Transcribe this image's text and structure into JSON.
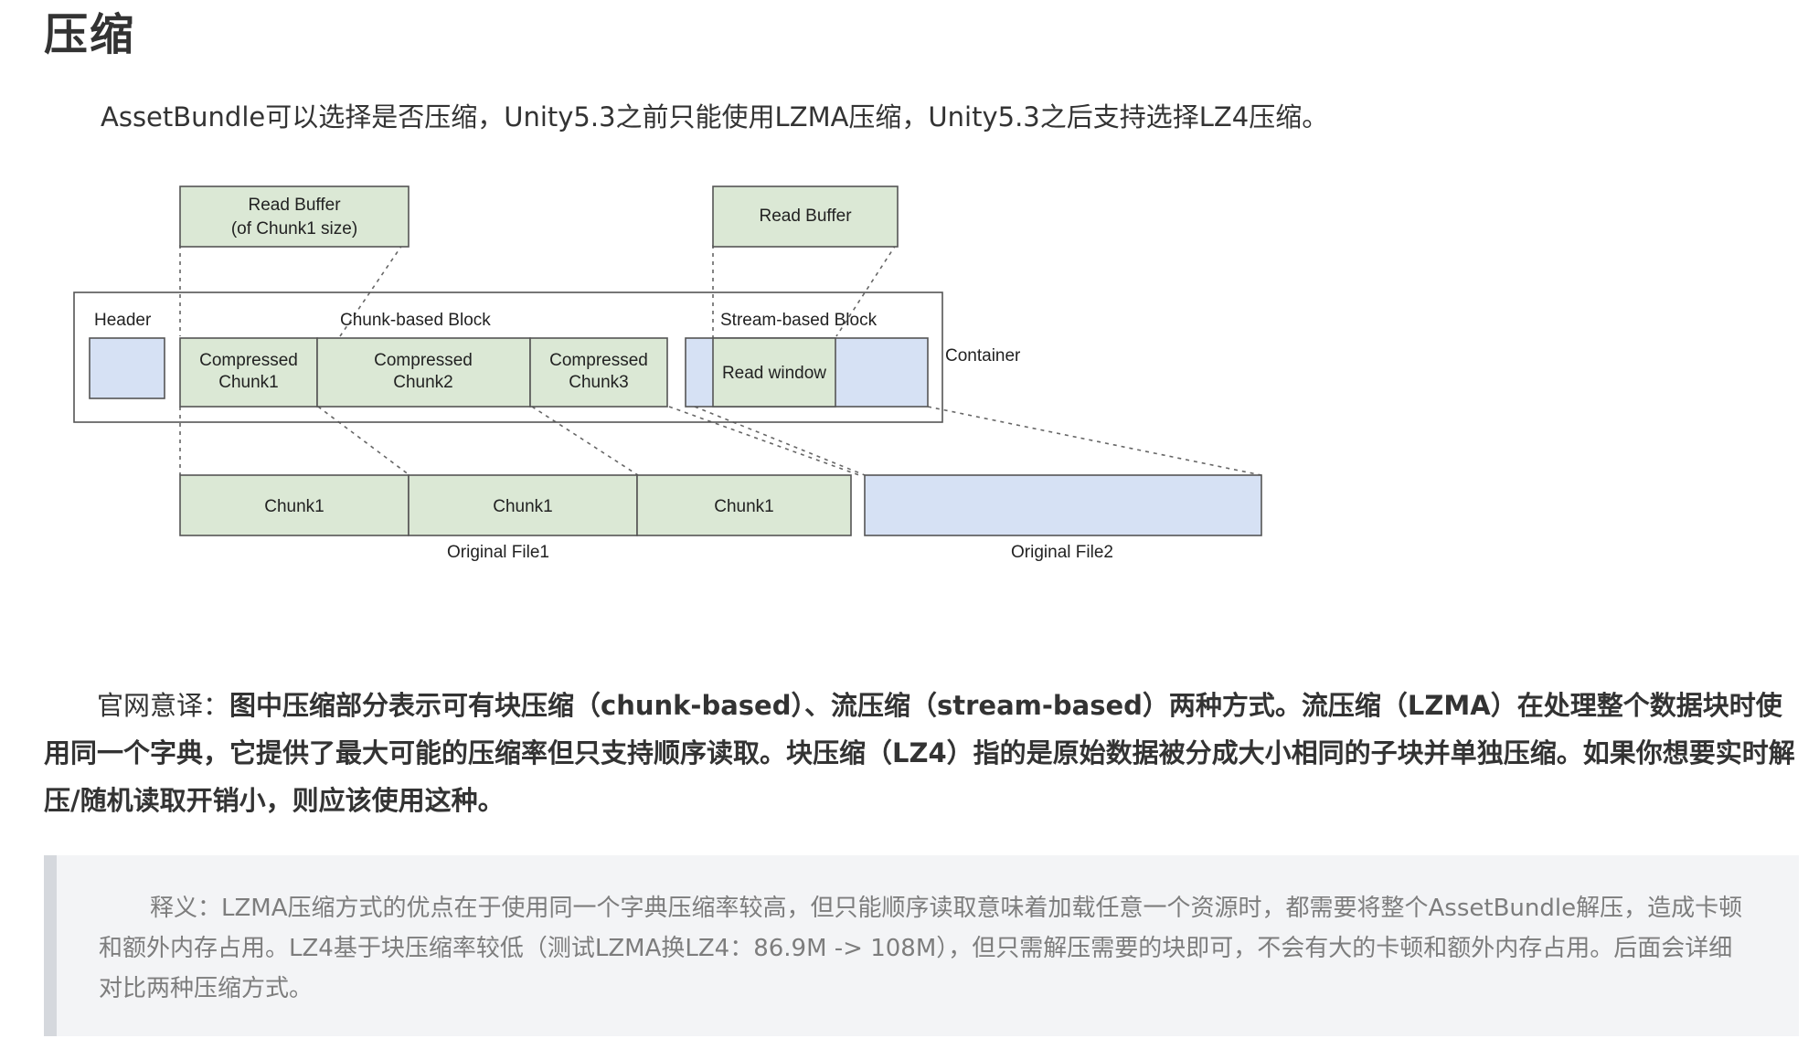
{
  "heading": "压缩",
  "intro": "AssetBundle可以选择是否压缩，Unity5.3之前只能使用LZMA压缩，Unity5.3之后支持选择LZ4压缩。",
  "diagram": {
    "read_buffer_left_line1": "Read Buffer",
    "read_buffer_left_line2": "(of Chunk1 size)",
    "read_buffer_right": "Read Buffer",
    "header_label": "Header",
    "chunk_block_label": "Chunk-based Block",
    "stream_block_label": "Stream-based Block",
    "container_label": "Container",
    "compressed_word": "Compressed",
    "chunk1_label": "Chunk1",
    "chunk2_label": "Chunk2",
    "chunk3_label": "Chunk3",
    "read_window_label": "Read window",
    "orig_chunk_a": "Chunk1",
    "orig_chunk_b": "Chunk1",
    "orig_chunk_c": "Chunk1",
    "original_file1": "Original File1",
    "original_file2": "Original File2",
    "colors": {
      "green": "#dbe8d5",
      "blue": "#d6e1f4",
      "stroke": "#555555"
    }
  },
  "paragraph": {
    "lead": "官网意译：",
    "body": "图中压缩部分表示可有块压缩（chunk-based）、流压缩（stream-based）两种方式。流压缩（LZMA）在处理整个数据块时使用同一个字典，它提供了最大可能的压缩率但只支持顺序读取。块压缩（LZ4）指的是原始数据被分成大小相同的子块并单独压缩。如果你想要实时解压/随机读取开销小，则应该使用这种。"
  },
  "note": "释义：LZMA压缩方式的优点在于使用同一个字典压缩率较高，但只能顺序读取意味着加载任意一个资源时，都需要将整个AssetBundle解压，造成卡顿和额外内存占用。LZ4基于块压缩率较低（测试LZMA换LZ4：86.9M -> 108M），但只需解压需要的块即可，不会有大的卡顿和额外内存占用。后面会详细对比两种压缩方式。"
}
